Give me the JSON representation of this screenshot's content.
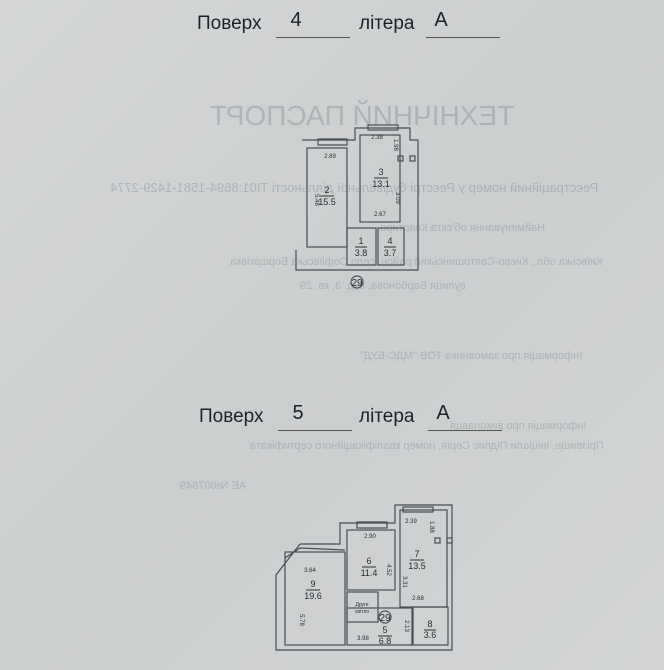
{
  "floor4": {
    "floor_label": "Поверх",
    "floor_value": "4",
    "letter_label": "літера",
    "letter_value": "А",
    "rooms": [
      {
        "no": "2",
        "area": "15.5"
      },
      {
        "no": "3",
        "area": "13.1"
      },
      {
        "no": "1",
        "area": "3.8"
      },
      {
        "no": "4",
        "area": "3.7"
      }
    ],
    "dims": {
      "d1": "2.89",
      "d2": "5.48",
      "d3": "2.38",
      "d4": "1.98",
      "d5": "3.09",
      "d6": "2.67"
    },
    "apartment_no": "29"
  },
  "floor5": {
    "floor_label": "Поверх",
    "floor_value": "5",
    "letter_label": "літера",
    "letter_value": "А",
    "rooms": [
      {
        "no": "9",
        "area": "19.6"
      },
      {
        "no": "6",
        "area": "11.4"
      },
      {
        "no": "7",
        "area": "13.5"
      },
      {
        "no": "5",
        "area": "6.8"
      },
      {
        "no": "8",
        "area": "3.6"
      }
    ],
    "second_light_1": "Друге",
    "second_light_2": "світло",
    "dims": {
      "d1": "3.64",
      "d2": "5.78",
      "d3": "2.90",
      "d4": "4.52",
      "d5": "2.39",
      "d6": "1.88",
      "d7": "3.31",
      "d8": "2.68",
      "d9": "3.98",
      "d10": "2.13"
    },
    "apartment_no": "29"
  },
  "show_through": {
    "title": "ТЕХНІЧНИЙ ПАСПОРТ",
    "reg": "Реєстраційний номер у Реєстрі будівельної діяльності  TI01:8694-1581-1429-2774",
    "obj": "Найменування об'єкта   Квартира",
    "addr": "Київська обл., Києво-Святошинський район, село Софіївська Борщагівка",
    "street": "вулиця Барбонова, буд. 3, кв. 29",
    "customer": "Інформація про замовника   ТОВ \"МДС-БУД\"",
    "exec": "Інформація про виконавця",
    "sign": "Прізвище, ініціали   Підпис   Серія, номер кваліфікаційного сертифіката",
    "cert": "АЕ №007849"
  }
}
